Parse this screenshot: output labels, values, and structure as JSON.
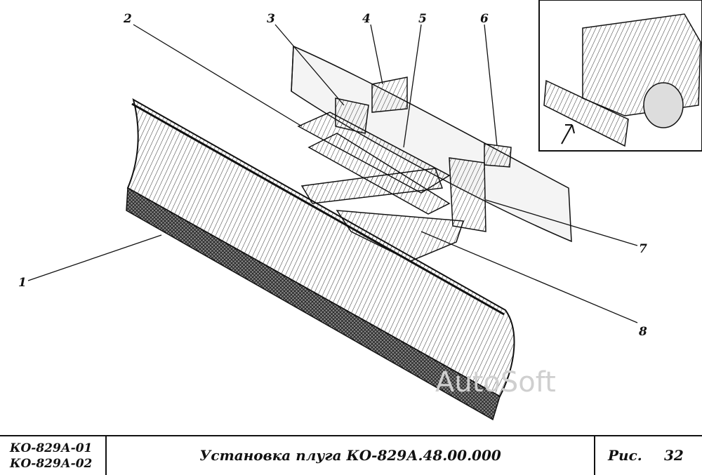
{
  "callouts": [
    "1",
    "2",
    "3",
    "4",
    "5",
    "6",
    "7",
    "8"
  ],
  "watermark": "AutoSoft",
  "titleblock": {
    "model_1": "КО-829А-01",
    "model_2": "КО-829А-02",
    "title": "Установка плуга КО-829А.48.00.000",
    "fig_label": "Рис.",
    "fig_number": "32"
  }
}
